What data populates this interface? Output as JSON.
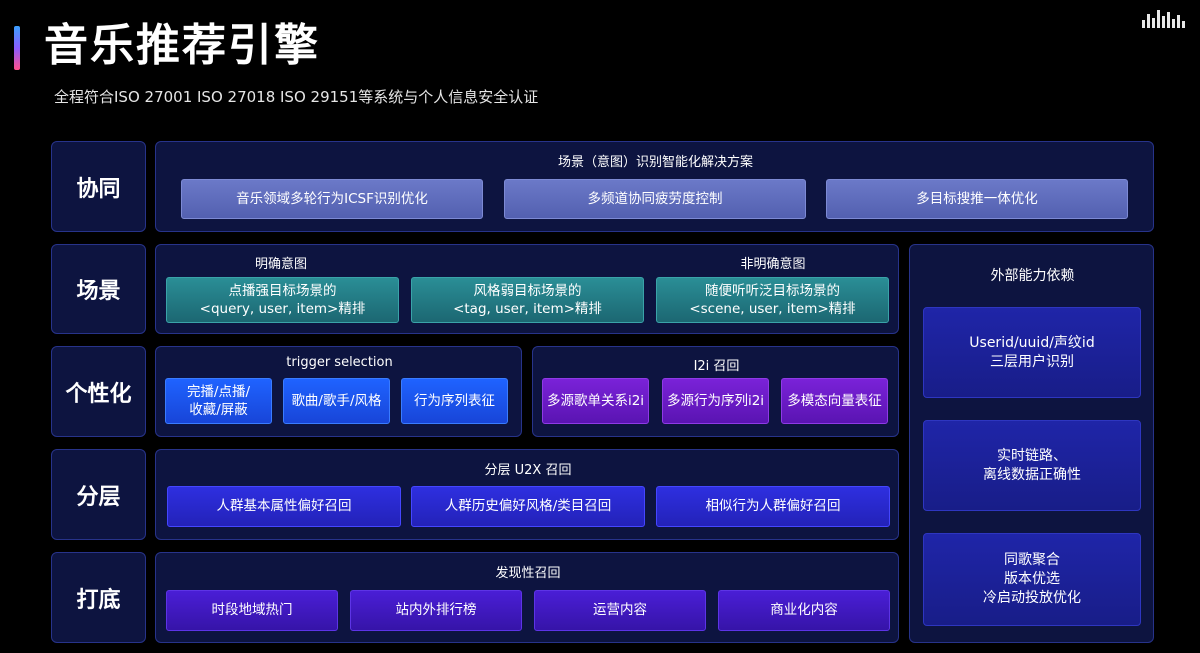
{
  "header": {
    "title": "音乐推荐引擎",
    "subtitle": "全程符合ISO 27001 ISO 27018 ISO 29151等系统与个人信息安全认证"
  },
  "rows": {
    "xietong": {
      "label": "协同",
      "panel_title": "场景（意图）识别智能化解决方案",
      "items": [
        "音乐领域多轮行为ICSF识别优化",
        "多频道协同疲劳度控制",
        "多目标搜推一体优化"
      ]
    },
    "changjing": {
      "label": "场景",
      "explicit_title": "明确意图",
      "implicit_title": "非明确意图",
      "items": [
        {
          "line1": "点播强目标场景的",
          "line2": "<query, user, item>精排"
        },
        {
          "line1": "风格弱目标场景的",
          "line2": "<tag, user, item>精排"
        },
        {
          "line1": "随便听听泛目标场景的",
          "line2": "<scene, user, item>精排"
        }
      ]
    },
    "gexinghua": {
      "label": "个性化",
      "trigger_title": "trigger selection",
      "trigger_items": [
        {
          "line1": "完播/点播/",
          "line2": "收藏/屏蔽"
        },
        {
          "line1": "歌曲/歌手/风格",
          "line2": ""
        },
        {
          "line1": "行为序列表征",
          "line2": ""
        }
      ],
      "i2i_title": "I2i 召回",
      "i2i_items": [
        "多源歌单关系i2i",
        "多源行为序列i2i",
        "多模态向量表征"
      ]
    },
    "fenceng": {
      "label": "分层",
      "panel_title": "分层 U2X 召回",
      "items": [
        "人群基本属性偏好召回",
        "人群历史偏好风格/类目召回",
        "相似行为人群偏好召回"
      ]
    },
    "dadi": {
      "label": "打底",
      "panel_title": "发现性召回",
      "items": [
        "时段地域热门",
        "站内外排行榜",
        "运营内容",
        "商业化内容"
      ]
    }
  },
  "side": {
    "title": "外部能力依赖",
    "items": [
      {
        "lines": [
          "Userid/uuid/声纹id",
          "三层用户识别"
        ]
      },
      {
        "lines": [
          "实时链路、",
          "离线数据正确性"
        ]
      },
      {
        "lines": [
          "同歌聚合",
          "版本优选",
          "冷启动投放优化"
        ]
      }
    ]
  },
  "colors": {
    "background": "#000000",
    "panel": "#0d1440",
    "panel_border": "#27338a",
    "grey_button": "#5f6cbc",
    "teal_button": "#23798a",
    "blue_button": "#1f56f0",
    "purple_button": "#6a1bc4",
    "indigo_button": "#2a29cc",
    "violet_button": "#4019bf",
    "side_button": "#1c2298"
  }
}
